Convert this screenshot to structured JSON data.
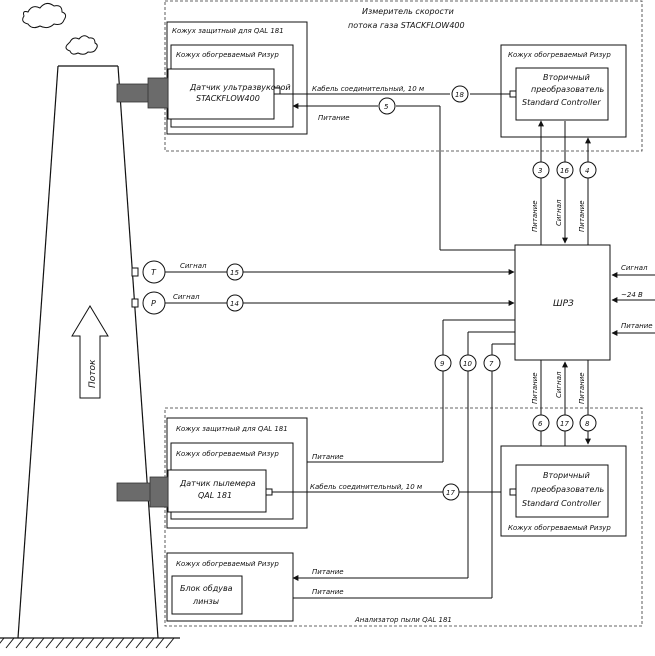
{
  "top_meter": {
    "title_line1": "Измеритель скорости",
    "title_line2": "потока газа STACKFLOW400",
    "protective_casing": "Кожух защитный для QAL 181",
    "heated_casing_left": "Кожух обогреваемый Ризур",
    "sensor_line1": "Датчик ультразвуковой",
    "sensor_line2": "STACKFLOW400",
    "heated_casing_right": "Кожух обогреваемый Ризур",
    "controller_line1": "Вторичный",
    "controller_line2": "преобразователь",
    "controller_line3": "Standard Controller",
    "cable_label": "Кабель соединительный, 10 м",
    "power_label": "Питание",
    "cable_num": "18",
    "power_num": "5"
  },
  "vertical_links_top": [
    {
      "num": "3",
      "label": "Питание"
    },
    {
      "num": "16",
      "label": "Сигнал"
    },
    {
      "num": "4",
      "label": "Питание"
    }
  ],
  "central": {
    "label": "ШРЗ",
    "right_signal": "Сигнал",
    "right_voltage": "~24 В",
    "right_power": "Питание"
  },
  "stack_sensors": [
    {
      "symbol": "T",
      "label": "Сигнал",
      "num": "15"
    },
    {
      "symbol": "P",
      "label": "Сигнал",
      "num": "14"
    }
  ],
  "flow_label": "Поток",
  "lower_links": [
    {
      "num": "9"
    },
    {
      "num": "10"
    },
    {
      "num": "7"
    }
  ],
  "vertical_links_bottom": [
    {
      "num": "6",
      "label": "Питание"
    },
    {
      "num": "17",
      "label": "Сигнал"
    },
    {
      "num": "8",
      "label": "Питание"
    }
  ],
  "bottom_meter": {
    "protective_casing": "Кожух защитный для QAL 181",
    "heated_casing_left": "Кожух обогреваемый Ризур",
    "sensor_line1": "Датчик пылемера",
    "sensor_line2": "QAL 181",
    "heated_casing_right": "Кожух обогреваемый Ризур",
    "controller_line1": "Вторичный",
    "controller_line2": "преобразователь",
    "controller_line3": "Standard Controller",
    "cable_label": "Кабель соединительный, 10 м",
    "cable_num": "17",
    "power_label": "Питание",
    "blower_casing": "Кожух обогреваемый Ризур",
    "blower_line1": "Блок обдува",
    "blower_line2": "линзы",
    "blower_power1": "Питание",
    "blower_power2": "Питание",
    "analyzer_title": "Анализатор пыли QAL 181"
  }
}
